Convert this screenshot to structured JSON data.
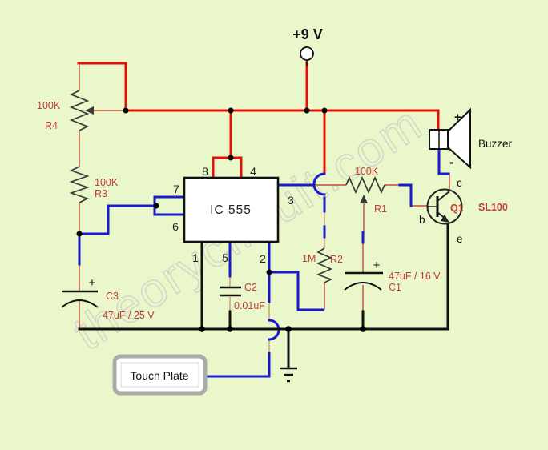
{
  "colors": {
    "background": "#eaf7ca",
    "wire_red": "#e21007",
    "wire_blue": "#1a1acd",
    "lead_red": "#bf4b33",
    "lead_tan": "#c79b72",
    "label_red": "#c43b3b",
    "component_dark": "#3a3a3a",
    "watermark_gray": "#c9c9c9"
  },
  "power": {
    "label": "+9 V"
  },
  "ic555": {
    "label": "IC 555",
    "pins": {
      "p1": "1",
      "p2": "2",
      "p3": "3",
      "p4": "4",
      "p5": "5",
      "p6": "6",
      "p7": "7",
      "p8": "8"
    }
  },
  "resistors": {
    "r4": {
      "value": "100K",
      "ref": "R4"
    },
    "r3": {
      "value": "100K",
      "ref": "R3"
    },
    "r1": {
      "value": "100K",
      "ref": "R1"
    },
    "r2": {
      "value": "1M",
      "ref": "R2"
    }
  },
  "capacitors": {
    "c3": {
      "ref": "C3",
      "value": "47uF / 25 V",
      "plus": "+"
    },
    "c2": {
      "ref": "C2",
      "value": "0.01uF"
    },
    "c1": {
      "ref": "C1",
      "value": "47uF / 16 V",
      "plus": "+"
    }
  },
  "transistor": {
    "ref": "Q1",
    "part": "SL100",
    "collector": "c",
    "base": "b",
    "emitter": "e"
  },
  "buzzer": {
    "label": "Buzzer",
    "plus": "+",
    "minus": "-"
  },
  "touch_plate": {
    "label": "Touch Plate"
  },
  "watermark": {
    "text": "theorycircuit.com"
  }
}
